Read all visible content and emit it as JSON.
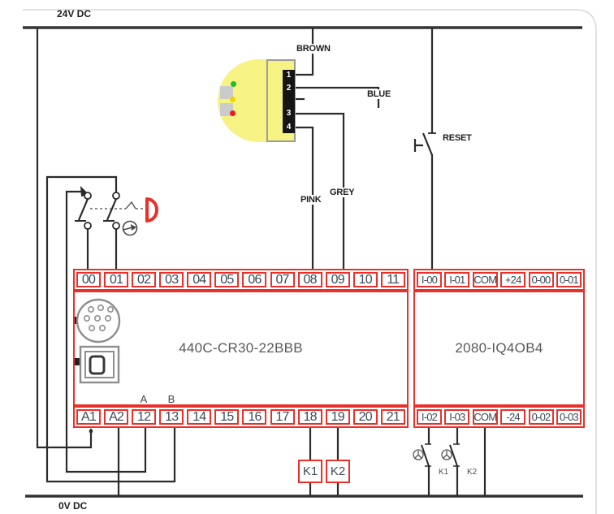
{
  "rails": {
    "top": "24V DC",
    "bottom": "0V DC"
  },
  "sensor": {
    "pins": [
      "1",
      "2",
      "3",
      "4"
    ]
  },
  "wire_labels": {
    "brown": "BROWN",
    "blue": "BLUE",
    "grey": "GREY",
    "pink": "PINK"
  },
  "reset": {
    "label": "RESET"
  },
  "cr30": {
    "name": "440C-CR30-22BBB",
    "top_terminals": [
      "00",
      "01",
      "02",
      "03",
      "04",
      "05",
      "06",
      "07",
      "08",
      "09",
      "10",
      "11"
    ],
    "bottom_terminals": [
      "A1",
      "A2",
      "12",
      "13",
      "14",
      "15",
      "16",
      "17",
      "18",
      "19",
      "20",
      "21"
    ],
    "pulse_a": "A",
    "pulse_b": "B"
  },
  "io_module": {
    "name": "2080-IQ4OB4",
    "top_terminals": [
      "I-00",
      "I-01",
      "COM",
      "+24",
      "0-00",
      "0-01"
    ],
    "bottom_terminals": [
      "I-02",
      "I-03",
      "COM",
      "-24",
      "0-02",
      "0-03"
    ]
  },
  "relays": {
    "k1_coil": "K1",
    "k2_coil": "K2",
    "k1_contact": "K1",
    "k2_contact": "K2"
  },
  "colors": {
    "accent_red": "#e8312a",
    "wire": "#2b2b2b",
    "terminal_text": "#3d4856",
    "device_text": "#58595b",
    "sensor_yellow": "#f6f283",
    "led_green": "#1fbe23",
    "led_amber": "#f0d400",
    "led_red": "#ea1c1c"
  }
}
